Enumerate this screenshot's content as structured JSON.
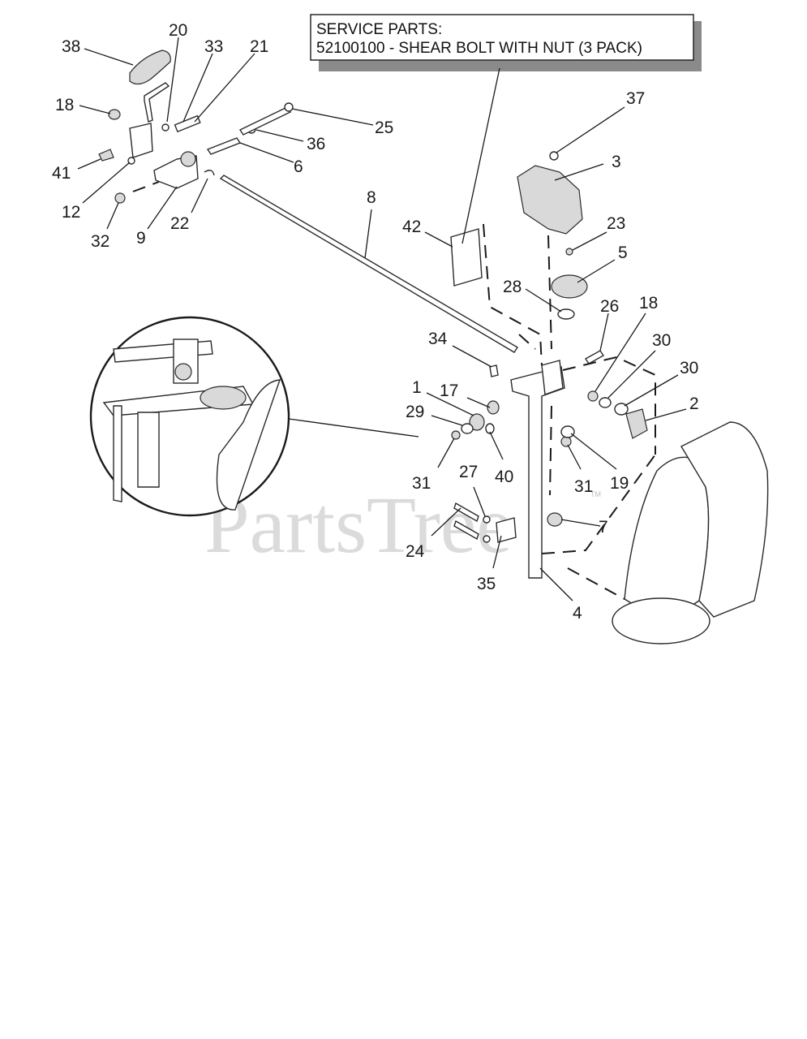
{
  "service_parts": {
    "line1": "SERVICE PARTS:",
    "line2": "52100100 - SHEAR BOLT WITH NUT (3 PACK)"
  },
  "watermark": {
    "text": "PartsTree",
    "tm": "TM"
  },
  "callouts": {
    "c38": "38",
    "c20": "20",
    "c33": "33",
    "c21": "21",
    "c18a": "18",
    "c25": "25",
    "c36": "36",
    "c6": "6",
    "c41": "41",
    "c12": "12",
    "c9": "9",
    "c22": "22",
    "c32": "32",
    "c8": "8",
    "c37": "37",
    "c3": "3",
    "c23": "23",
    "c42": "42",
    "c5": "5",
    "c28": "28",
    "c26": "26",
    "c18b": "18",
    "c30a": "30",
    "c30b": "30",
    "c34": "34",
    "c1": "1",
    "c17": "17",
    "c29": "29",
    "c2": "2",
    "c31a": "31",
    "c40": "40",
    "c31b": "31",
    "c19": "19",
    "c27": "27",
    "c7": "7",
    "c24": "24",
    "c35": "35",
    "c4": "4"
  }
}
